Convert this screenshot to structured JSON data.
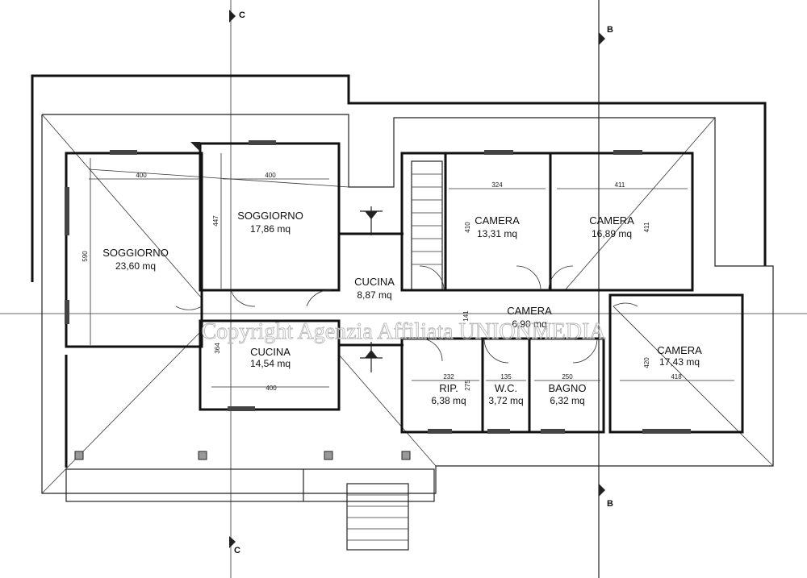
{
  "rooms": [
    {
      "name": "SOGGIORNO",
      "area": "17,86 mq"
    },
    {
      "name": "SOGGIORNO",
      "area": "23,60 mq"
    },
    {
      "name": "CUCINA",
      "area": "8,87 mq"
    },
    {
      "name": "CUCINA",
      "area": "14,54 mq"
    },
    {
      "name": "CAMERA",
      "area": "13,31 mq"
    },
    {
      "name": "CAMERA",
      "area": "16,89 mq"
    },
    {
      "name": "CAMERA",
      "area": "6,90 mq"
    },
    {
      "name": "CAMERA",
      "area": "17,43 mq"
    },
    {
      "name": "RIP.",
      "area": "6,38 mq"
    },
    {
      "name": "W.C.",
      "area": "3,72 mq"
    },
    {
      "name": "BAGNO",
      "area": "6,32 mq"
    }
  ],
  "dimensions": {
    "soggiorno1_w": "400",
    "soggiorno2_w": "400",
    "soggiorno2_h": "590",
    "soggiorno1_h": "447",
    "cucina2_w": "400",
    "cucina2_h": "364",
    "camera1_w": "324",
    "camera1_h": "410",
    "camera2_w": "411",
    "camera2_h": "411",
    "camera3_h": "141",
    "rip_w": "232",
    "rip_h": "275",
    "wc_w": "135",
    "bagno_w": "250",
    "camera4_h": "420",
    "camera4_w": "418"
  },
  "sections": {
    "c_top": "C",
    "c_bottom": "C",
    "b_top": "B",
    "b_bottom": "B"
  },
  "watermark": "Copyright Agenzia Affiliata UNIONMEDIA"
}
